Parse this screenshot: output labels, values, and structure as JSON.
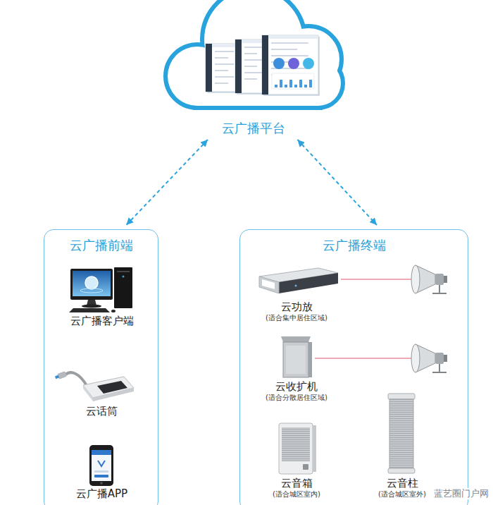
{
  "diagram": {
    "nodes": [
      {
        "text": [
          "云广播平台"
        ]
      },
      {
        "text": [
          "云广播前端"
        ]
      },
      {
        "text": [
          "云广播客户端"
        ],
        "in": 1
      },
      {
        "text": [
          "云话筒"
        ],
        "in": 1
      },
      {
        "text": [
          "云广播APP"
        ],
        "in": 1
      },
      {
        "text": [
          "云广播终端"
        ]
      },
      {
        "text": [
          "云功放",
          "(适合集中居住区域)"
        ],
        "in": 5
      },
      {
        "text": [
          "云收扩机",
          "(适合分散居住区域)"
        ],
        "in": 5
      },
      {
        "text": [
          "云音箱",
          "(适合城区室内)"
        ],
        "in": 5
      },
      {
        "text": [
          "云音柱",
          "(适合城区室外)"
        ],
        "in": 5
      }
    ],
    "edges": [
      {
        "from": 0,
        "to": 1,
        "arrow": "both"
      },
      {
        "from": 0,
        "to": 5,
        "arrow": "both"
      }
    ],
    "labels": [
      "蓝艺圈门户网"
    ]
  }
}
